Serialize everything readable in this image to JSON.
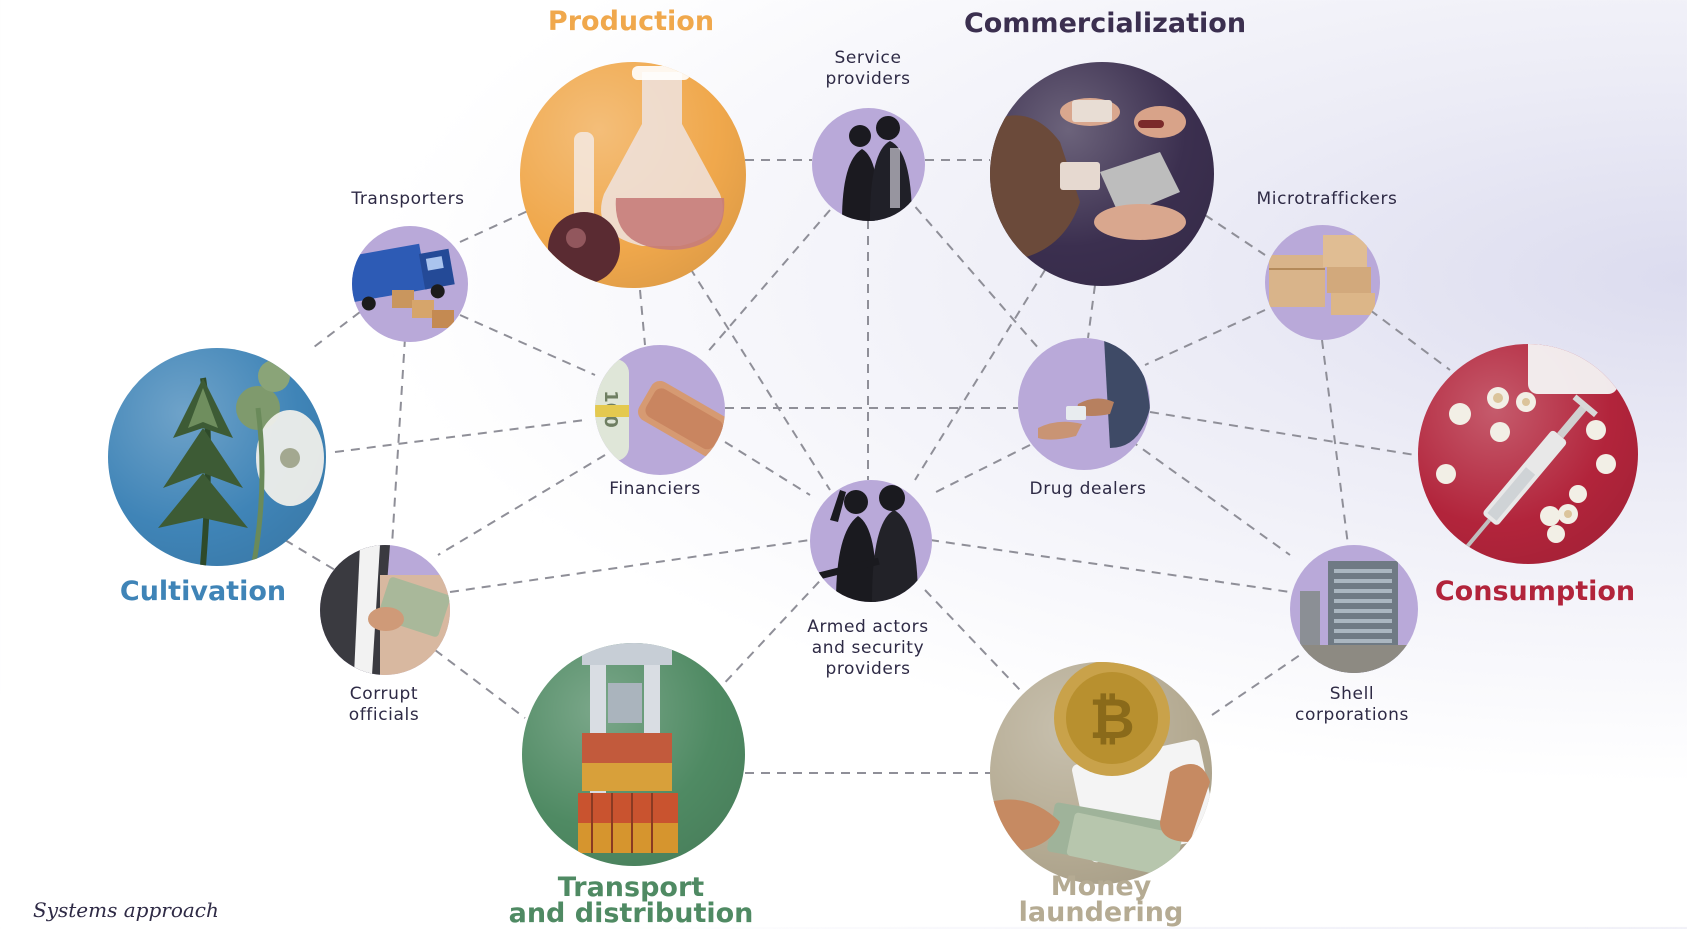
{
  "hubs": {
    "production": {
      "title": "Production",
      "color": "#f0a84c"
    },
    "commercialization": {
      "title": "Commercialization",
      "color": "#3b2f4f"
    },
    "cultivation": {
      "title": "Cultivation",
      "color": "#3f84b7"
    },
    "consumption": {
      "title": "Consumption",
      "color": "#b2243b"
    },
    "transport": {
      "title_line1": "Transport",
      "title_line2": "and distribution",
      "color": "#4f8a63"
    },
    "money": {
      "title_line1": "Money",
      "title_line2": "laundering",
      "color": "#b5ab93"
    }
  },
  "actors": {
    "service_providers": {
      "line1": "Service",
      "line2": "providers"
    },
    "transporters": {
      "label": "Transporters"
    },
    "microtraffickers": {
      "label": "Microtraffickers"
    },
    "financiers": {
      "label": "Financiers"
    },
    "drug_dealers": {
      "label": "Drug dealers"
    },
    "armed_actors": {
      "line1": "Armed actors",
      "line2": "and security",
      "line3": "providers"
    },
    "corrupt_officials": {
      "line1": "Corrupt",
      "line2": "officials"
    },
    "shell_corporations": {
      "line1": "Shell",
      "line2": "corporations"
    }
  },
  "actor_color": "#b9a9d9",
  "caption": "Systems approach"
}
